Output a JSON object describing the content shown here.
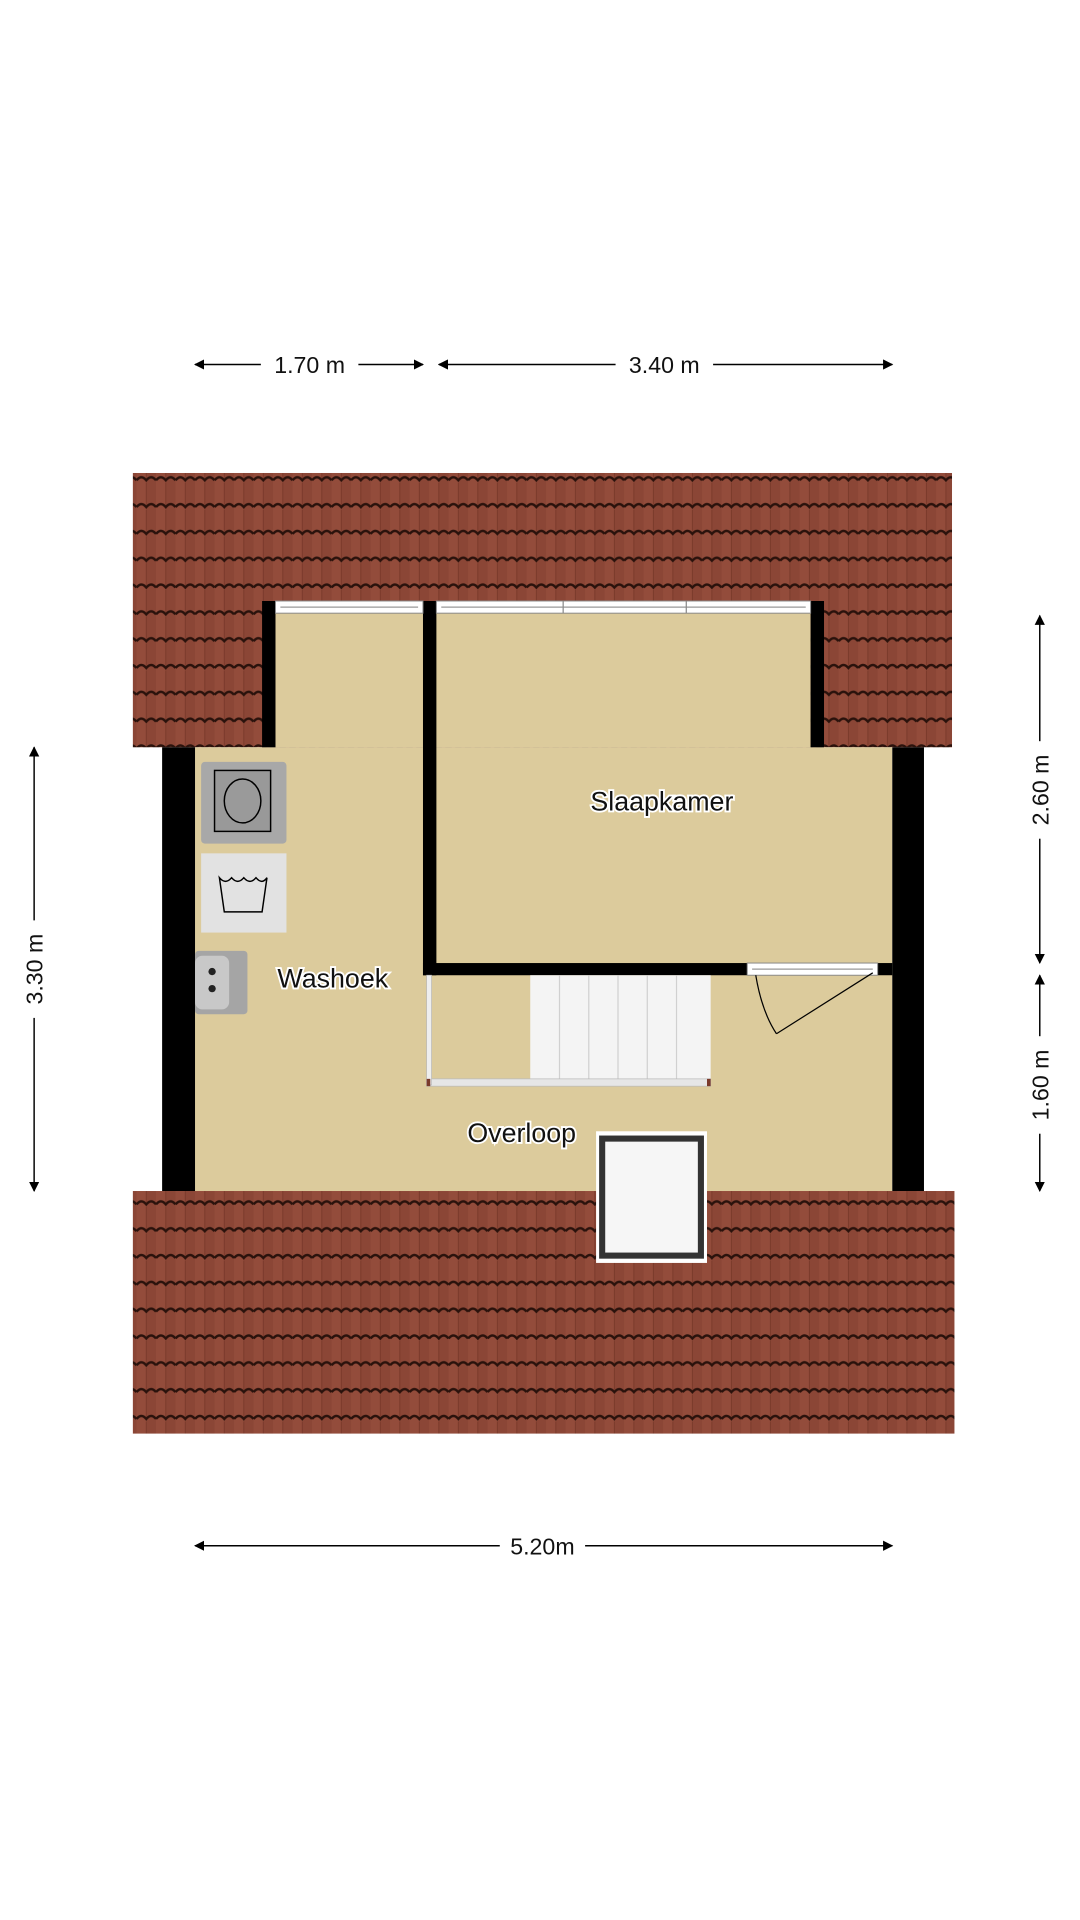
{
  "rooms": {
    "slaapkamer": "Slaapkamer",
    "washoek": "Washoek",
    "overloop": "Overloop"
  },
  "dimensions": {
    "top_left": "1.70 m",
    "top_right": "3.40 m",
    "left": "3.30 m",
    "right_upper": "2.60 m",
    "right_lower": "1.60 m",
    "bottom": "5.20m"
  },
  "colors": {
    "floor": "#dccb9c",
    "wall": "#000000",
    "roof": "#8b4636"
  }
}
